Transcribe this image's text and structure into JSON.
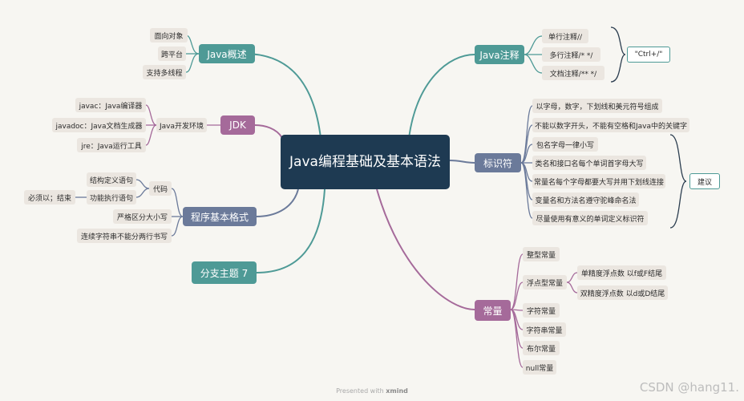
{
  "central": "Java编程基础及基本语法",
  "java_overview": {
    "label": "Java概述",
    "items": [
      "面向对象",
      "跨平台",
      "支持多线程"
    ]
  },
  "jdk": {
    "label": "JDK",
    "env": "Java开发环境",
    "items": [
      "javac：Java编译器",
      "javadoc：Java文档生成器",
      "jre：Java运行工具"
    ]
  },
  "basic_format": {
    "label": "程序基本格式",
    "code": "代码",
    "code_items": [
      "结构定义语句",
      "功能执行语句"
    ],
    "must": "必须以；结束",
    "items": [
      "严格区分大小写",
      "连续字符串不能分两行书写"
    ]
  },
  "branch7": {
    "label": "分支主题 7"
  },
  "comments": {
    "label": "Java注释",
    "items": [
      "单行注释//",
      "多行注释/*    */",
      "文档注释/**    */"
    ],
    "shortcut": "\"Ctrl+/\""
  },
  "identifiers": {
    "label": "标识符",
    "items": [
      "以字母，数字，下划线和美元符号组成",
      "不能以数字开头，不能有空格和Java中的关键字",
      "包名字母一律小写",
      "类名和接口名每个单词首字母大写",
      "常量名每个字母都要大写并用下划线连接",
      "变量名和方法名遵守驼峰命名法",
      "尽量使用有意义的单词定义标识符"
    ],
    "suggest": "建议"
  },
  "constants": {
    "label": "常量",
    "items": [
      "整型常量",
      "浮点型常量",
      "字符常量",
      "字符串常量",
      "布尔常量",
      "null常量"
    ],
    "float_items": [
      "单精度浮点数 以f或F结尾",
      "双精度浮点数 以d或D结尾"
    ]
  },
  "footer": {
    "presented": "Presented with",
    "brand": "xmind"
  },
  "watermark": "CSDN @hang11.",
  "colors": {
    "central": "#1e3a52",
    "teal": "#4e9a96",
    "purple": "#a56a9a",
    "slate": "#6b7a9a",
    "leaf": "#ebe6e0"
  }
}
